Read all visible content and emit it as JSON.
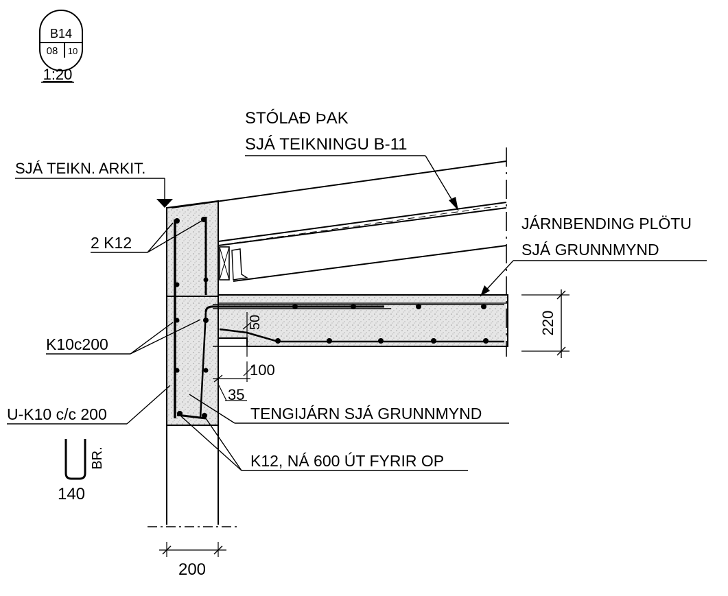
{
  "detail_marker": {
    "detail_id": "B14",
    "sheet_left": "08",
    "sheet_right": "10",
    "scale": "1:20"
  },
  "labels": {
    "roof_title": "STÓLAÐ ÞAK",
    "roof_ref": "SJÁ TEIKNINGU B-11",
    "arch_ref": "SJÁ TEIKN. ARKIT.",
    "slab_reinf_1": "JÁRNBENDING PLÖTU",
    "slab_reinf_2": "SJÁ GRUNNMYND",
    "bars_2k12": "2 K12",
    "bars_k10c200": "K10c200",
    "bars_uk10": "U-K10 c/c 200",
    "tie_bars": "TENGIJÁRN SJÁ GRUNNMYND",
    "k12_opening": "K12, NÁ 600 ÚT FYRIR OP"
  },
  "dimensions": {
    "slab_thickness": "220",
    "ledge_height": "50",
    "ledge_width": "100",
    "cover": "35",
    "wall_width": "200",
    "ubar_width": "140",
    "ubar_label": "BR."
  }
}
